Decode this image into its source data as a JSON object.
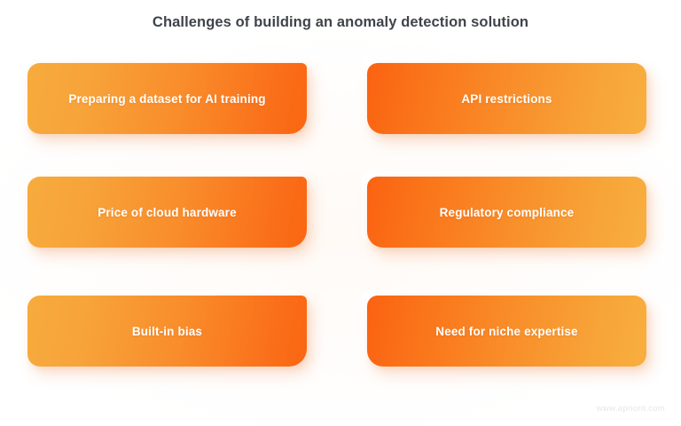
{
  "title": "Challenges of building an anomaly detection solution",
  "colors": {
    "title_text": "#3f444b",
    "gradient_light_orange": "#f7ab3d",
    "gradient_deep_orange": "#fb6212",
    "card_text": "#ffffff",
    "background": "#ffffff",
    "watermark_text": "#e7e7e7"
  },
  "cards": [
    {
      "label": "Preparing a dataset for AI training",
      "column": "left",
      "row": 1,
      "gradient_direction": "light-to-deep"
    },
    {
      "label": "API restrictions",
      "column": "right",
      "row": 1,
      "gradient_direction": "deep-to-light"
    },
    {
      "label": "Price of cloud hardware",
      "column": "left",
      "row": 2,
      "gradient_direction": "light-to-deep"
    },
    {
      "label": "Regulatory compliance",
      "column": "right",
      "row": 2,
      "gradient_direction": "deep-to-light"
    },
    {
      "label": "Built-in bias",
      "column": "left",
      "row": 3,
      "gradient_direction": "light-to-deep"
    },
    {
      "label": "Need for niche expertise",
      "column": "right",
      "row": 3,
      "gradient_direction": "deep-to-light"
    }
  ],
  "watermark": "www.apriorit.com"
}
